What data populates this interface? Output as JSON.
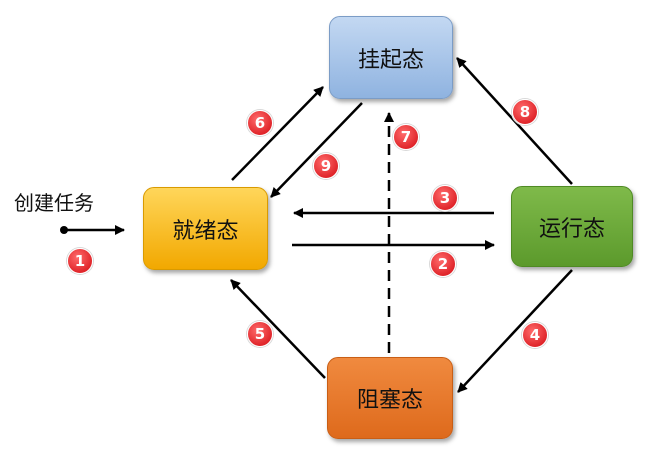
{
  "states": {
    "suspended": "挂起态",
    "ready": "就绪态",
    "running": "运行态",
    "blocked": "阻塞态"
  },
  "create_task_label": "创建任务",
  "transitions": {
    "t1": "1",
    "t2": "2",
    "t3": "3",
    "t4": "4",
    "t5": "5",
    "t6": "6",
    "t7": "7",
    "t8": "8",
    "t9": "9"
  },
  "colors": {
    "suspended": "#9dbde6",
    "ready": "#f7b81a",
    "running": "#6aaa3a",
    "blocked": "#e5772b",
    "badge": "#e0262b",
    "arrow": "#000000"
  }
}
